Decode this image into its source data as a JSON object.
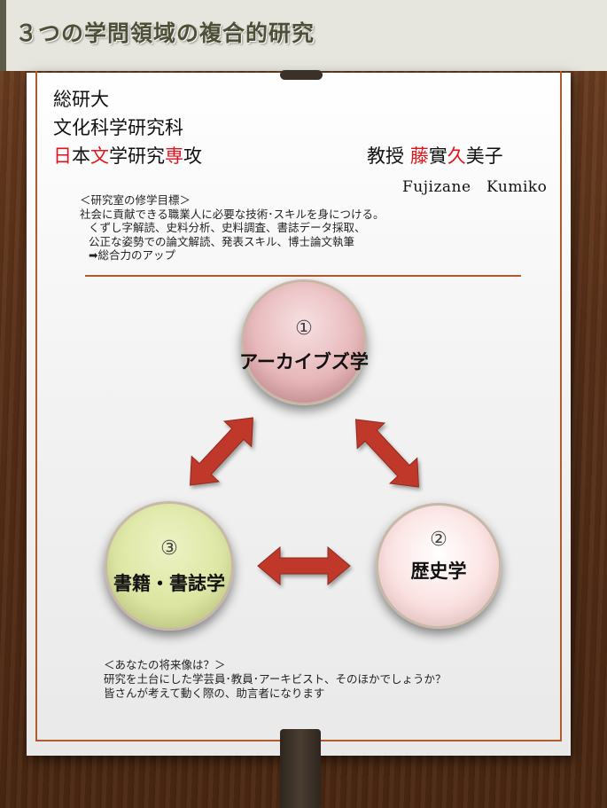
{
  "title": "３つの学問領域の複合的研究",
  "header": {
    "univ": "総研大",
    "dept": "文化科学研究科",
    "major_parts": [
      {
        "text": "日",
        "red": true
      },
      {
        "text": "本",
        "red": false
      },
      {
        "text": "文",
        "red": true
      },
      {
        "text": "学研究",
        "red": false
      },
      {
        "text": "専",
        "red": true
      },
      {
        "text": "攻",
        "red": false
      }
    ],
    "prof_title": "教授",
    "prof_name_parts": [
      {
        "text": "藤",
        "red": true
      },
      {
        "text": "實",
        "red": false
      },
      {
        "text": "久",
        "red": true
      },
      {
        "text": "美子",
        "red": false
      }
    ],
    "prof_roman": "Fujizane　Kumiko"
  },
  "goals": {
    "heading": "＜研究室の修学目標＞",
    "lines": [
      "社会に貢献できる職業人に必要な技術･スキルを身につける。",
      "くずし字解読、史料分析、史料調査、書誌データ採取、",
      "公正な姿勢での論文解読、発表スキル、博士論文執筆",
      "➡総合力のアップ"
    ]
  },
  "fields": [
    {
      "num": "①",
      "label": "アーカイブズ学",
      "color": "#e7b8ba"
    },
    {
      "num": "②",
      "label": "歴史学",
      "color": "#fbe1e1"
    },
    {
      "num": "③",
      "label": "書籍・書誌学",
      "color": "#dde6a3"
    }
  ],
  "arrow_color": "#c0392b",
  "future": {
    "heading": "＜あなたの将来像は？＞",
    "lines": [
      "研究を土台にした学芸員･教員･アーキビスト、そのほかでしょうか？",
      "皆さんが考えて動く際の、助言者になります"
    ]
  }
}
